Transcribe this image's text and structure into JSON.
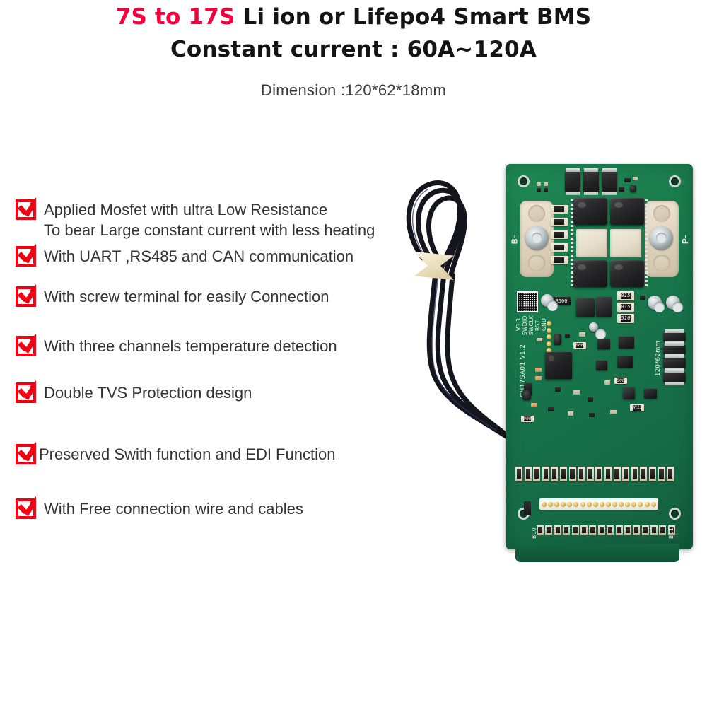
{
  "header": {
    "title_highlight": "7S to 17S",
    "title_rest": " Li ion or Lifepo4 Smart BMS",
    "title_line2": "Constant current : 60A~120A",
    "subtitle": "Dimension :120*62*18mm",
    "highlight_color": "#f5003c",
    "text_color": "#141414"
  },
  "features": [
    {
      "line1": "Applied Mosfet with ultra Low Resistance",
      "line2": "To bear Large constant current with less heating",
      "checked": true
    },
    {
      "line1": "With UART ,RS485 and CAN communication",
      "line2": "",
      "checked": true
    },
    {
      "line1": "With screw terminal for easily Connection",
      "line2": "",
      "checked": true
    },
    {
      "line1": "With three channels temperature detection",
      "line2": "",
      "checked": true
    },
    {
      "line1": " Double TVS Protection design",
      "line2": "",
      "checked": true
    },
    {
      "line1": "Preserved Swith function and EDI Function",
      "line2": "",
      "checked": true
    },
    {
      "line1": " With Free connection wire and cables",
      "line2": "",
      "checked": true
    }
  ],
  "checkbox": {
    "color": "#f40012",
    "icon": "checked-checkbox-icon"
  },
  "board": {
    "silkscreen": {
      "terminal_left": "B-",
      "terminal_right": "P-",
      "prog_header": [
        "V3.3",
        "SWDIO",
        "SWCLK",
        "RST",
        "GND"
      ],
      "part_number": "CH17SA01  V1.2",
      "dimension": "120*62mm",
      "balance_first": "BC0",
      "balance_last": "BC17"
    },
    "resistor_codes": [
      "015",
      "015",
      "510",
      "R500",
      "0R15"
    ],
    "colors": {
      "solder_mask": "#17724a",
      "pad_cream": "#e4dcc8",
      "component_black": "#202022",
      "gold_pin": "#d9a93f"
    }
  },
  "cable": {
    "name": "temperature-sensor-cable",
    "wire_color": "#14141c",
    "tie_color": "#e8dcb9"
  }
}
